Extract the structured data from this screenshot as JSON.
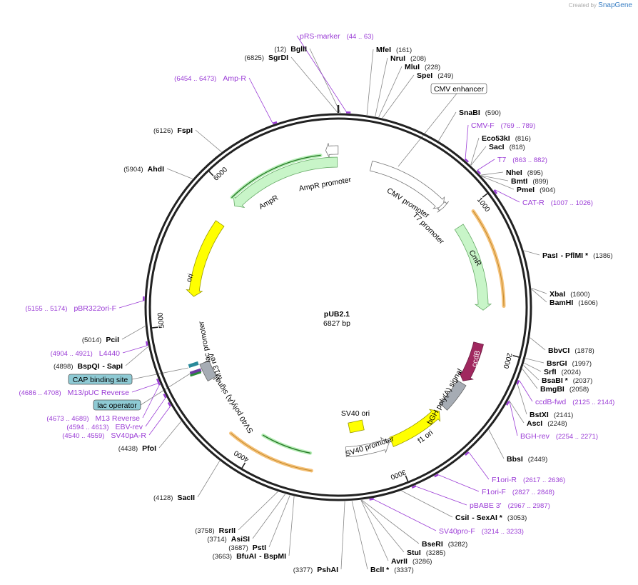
{
  "credit": {
    "prefix": "Created by",
    "brand": "SnapGene"
  },
  "plasmid": {
    "name": "pUB2.1",
    "size": "6827 bp",
    "length": 6827
  },
  "ticks": [
    {
      "label": "1000",
      "pos": 1000
    },
    {
      "label": "2000",
      "pos": 2000
    },
    {
      "label": "3000",
      "pos": 3000
    },
    {
      "label": "4000",
      "pos": 4000
    },
    {
      "label": "5000",
      "pos": 5000
    },
    {
      "label": "6000",
      "pos": 6000
    }
  ],
  "features": [
    {
      "id": "cmv-promoter",
      "label": "CMV promoter",
      "start": 249,
      "end": 879,
      "color": "#ffffff",
      "stroke": "#777",
      "dir": 1,
      "ring": 1
    },
    {
      "id": "t7-promoter",
      "label": "T7 promoter",
      "start": 863,
      "end": 882,
      "color": "#ffffff",
      "stroke": "#777",
      "dir": 1,
      "ring": 1
    },
    {
      "id": "cmr",
      "label": "CmR",
      "start": 1070,
      "end": 1730,
      "color": "#c8f5c8",
      "stroke": "#6a6",
      "dir": 1,
      "ring": 1
    },
    {
      "id": "ccdb",
      "label": "ccdB",
      "start": 1980,
      "end": 2286,
      "color": "#a0285f",
      "stroke": "#6b1a40",
      "dir": 1,
      "ring": 1
    },
    {
      "id": "bgh",
      "label": "bGH poly(A) signal",
      "start": 2305,
      "end": 2530,
      "color": "#a6acb4",
      "stroke": "#666",
      "dir": 0,
      "ring": 1
    },
    {
      "id": "f1-ori",
      "label": "f1 ori",
      "start": 2576,
      "end": 3004,
      "color": "#ffff00",
      "stroke": "#999900",
      "dir": -1,
      "ring": 1
    },
    {
      "id": "sv40-promoter",
      "label": "SV40 promoter",
      "start": 3025,
      "end": 3355,
      "color": "#ffffff",
      "stroke": "#777",
      "dir": -1,
      "ring": 1
    },
    {
      "id": "sv40-polya",
      "label": "SV40 poly(A) signal",
      "start": 4560,
      "end": 4695,
      "color": "#a6acb4",
      "stroke": "#666",
      "dir": 0,
      "ring": 1
    },
    {
      "id": "ori",
      "label": "ori",
      "start": 5200,
      "end": 5789,
      "color": "#ffff00",
      "stroke": "#999900",
      "dir": -1,
      "ring": 1
    },
    {
      "id": "ampr",
      "label": "AmpR",
      "start": 5960,
      "end": 6820,
      "color": "#c8f5c8",
      "stroke": "#6a6",
      "dir": -1,
      "ring": 1
    },
    {
      "id": "ampr-promoter",
      "label": "AmpR promoter",
      "start": 6821,
      "end": 6827,
      "color": "#ffffff",
      "stroke": "#777",
      "dir": -1,
      "ring": 1
    }
  ],
  "feature_labels": {
    "cmv_enhancer": "CMV enhancer",
    "cap": "CAP binding site",
    "lacop": "lac operator",
    "lacprom": "lac promoter",
    "m13rev": "M13 rev",
    "sv40ori": "SV40 ori"
  },
  "enzymes": [
    {
      "name": "MfeI",
      "pos": "(161)"
    },
    {
      "name": "NruI",
      "pos": "(208)"
    },
    {
      "name": "MluI",
      "pos": "(228)"
    },
    {
      "name": "SpeI",
      "pos": "(249)"
    },
    {
      "name": "SnaBI",
      "pos": "(590)"
    },
    {
      "name": "Eco53kI",
      "pos": "(816)"
    },
    {
      "name": "SacI",
      "pos": "(818)"
    },
    {
      "name": "NheI",
      "pos": "(895)"
    },
    {
      "name": "BmtI",
      "pos": "(899)"
    },
    {
      "name": "PmeI",
      "pos": "(904)"
    },
    {
      "name": "PasI",
      "extra": "- PflMI *",
      "pos": "(1386)"
    },
    {
      "name": "XbaI",
      "pos": "(1600)"
    },
    {
      "name": "BamHI",
      "pos": "(1606)"
    },
    {
      "name": "BbvCI",
      "pos": "(1878)"
    },
    {
      "name": "BsrGI",
      "pos": "(1997)"
    },
    {
      "name": "SrfI",
      "pos": "(2024)"
    },
    {
      "name": "BsaBI *",
      "pos": "(2037)"
    },
    {
      "name": "BmgBI",
      "pos": "(2058)"
    },
    {
      "name": "BstXI",
      "pos": "(2141)"
    },
    {
      "name": "AscI",
      "pos": "(2248)"
    },
    {
      "name": "BbsI",
      "pos": "(2449)"
    },
    {
      "name": "CsiI",
      "extra": "- SexAI *",
      "pos": "(3053)"
    },
    {
      "name": "BseRI",
      "pos": "(3282)"
    },
    {
      "name": "StuI",
      "pos": "(3285)"
    },
    {
      "name": "AvrII",
      "pos": "(3286)"
    },
    {
      "name": "BclI *",
      "pos": "(3337)"
    },
    {
      "name": "PshAI",
      "pos": "(3377)"
    },
    {
      "name": "RsrII",
      "pos": "(3758)"
    },
    {
      "name": "AsiSI",
      "pos": "(3714)"
    },
    {
      "name": "PstI",
      "pos": "(3687)"
    },
    {
      "name": "BfuAI",
      "extra": "- BspMI",
      "pos": "(3663)"
    },
    {
      "name": "SacII",
      "pos": "(4128)"
    },
    {
      "name": "PfoI",
      "pos": "(4438)"
    },
    {
      "name": "BspQI",
      "extra": "- SapI",
      "pos": "(4898)"
    },
    {
      "name": "PciI",
      "pos": "(5014)"
    },
    {
      "name": "AhdI",
      "pos": "(5904)"
    },
    {
      "name": "FspI",
      "pos": "(6126)"
    },
    {
      "name": "SgrDI",
      "pos": "(6825)"
    },
    {
      "name": "BglII",
      "pos": "(12)"
    }
  ],
  "primers": [
    {
      "name": "pRS-marker",
      "pos": "(44 .. 63)"
    },
    {
      "name": "Amp-R",
      "pos": "(6454 .. 6473)"
    },
    {
      "name": "CMV-F",
      "pos": "(769 .. 789)"
    },
    {
      "name": "T7",
      "pos": "(863 .. 882)"
    },
    {
      "name": "CAT-R",
      "pos": "(1007 .. 1026)"
    },
    {
      "name": "ccdB-fwd",
      "pos": "(2125 .. 2144)"
    },
    {
      "name": "BGH-rev",
      "pos": "(2254 .. 2271)"
    },
    {
      "name": "F1ori-R",
      "pos": "(2617 .. 2636)"
    },
    {
      "name": "F1ori-F",
      "pos": "(2827 .. 2848)"
    },
    {
      "name": "pBABE 3'",
      "pos": "(2967 .. 2987)"
    },
    {
      "name": "SV40pro-F",
      "pos": "(3214 .. 3233)"
    },
    {
      "name": "pBR322ori-F",
      "pos": "(5155 .. 5174)"
    },
    {
      "name": "L4440",
      "pos": "(4904 .. 4921)"
    },
    {
      "name": "M13/pUC Reverse",
      "pos": "(4686 .. 4708)"
    },
    {
      "name": "M13 Reverse",
      "pos": "(4673 .. 4689)"
    },
    {
      "name": "EBV-rev",
      "pos": "(4594 .. 4613)"
    },
    {
      "name": "SV40pA-R",
      "pos": "(4540 .. 4559)"
    }
  ]
}
